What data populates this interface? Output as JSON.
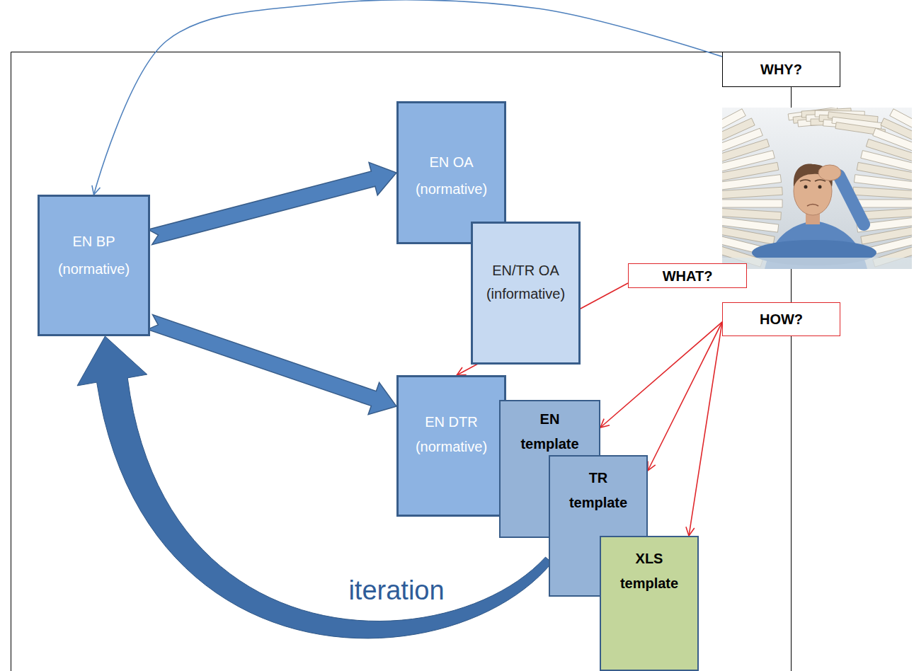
{
  "diagram": {
    "nodes": [
      {
        "text": [
          "EN BP (normative)"
        ]
      },
      {
        "text": [
          "EN OA (normative)"
        ]
      },
      {
        "text": [
          "EN/TR OA (informative)"
        ]
      },
      {
        "text": [
          "EN DTR (normative)"
        ]
      },
      {
        "text": [
          "EN template"
        ]
      },
      {
        "text": [
          "TR template"
        ]
      },
      {
        "text": [
          "XLS template"
        ]
      },
      {
        "text": [
          "WHY?"
        ]
      },
      {
        "text": [
          "WHAT?"
        ]
      },
      {
        "text": [
          "HOW?"
        ]
      }
    ],
    "edges": [
      {
        "from": 0,
        "to": 1,
        "arrow": "to"
      },
      {
        "from": 0,
        "to": 3,
        "arrow": "to"
      },
      {
        "from": 7,
        "to": 0,
        "arrow": "to"
      },
      {
        "from": 8,
        "to": 3,
        "arrow": "to"
      },
      {
        "from": 9,
        "to": 4,
        "arrow": "to"
      },
      {
        "from": 9,
        "to": 5,
        "arrow": "to"
      },
      {
        "from": 9,
        "to": 6,
        "arrow": "to"
      },
      {
        "from": 5,
        "to": 0,
        "arrow": "to",
        "label": "iteration"
      }
    ]
  }
}
